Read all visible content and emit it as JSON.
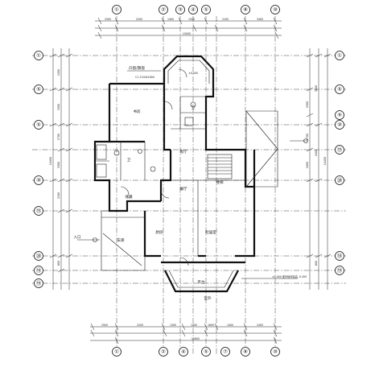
{
  "plan": {
    "axes_top": [
      "①",
      "②",
      "③",
      "④",
      "⑤",
      "⑧",
      "⑩"
    ],
    "axes_bottom": [
      "①",
      "②",
      "④",
      "⑤",
      "⑦",
      "⑧",
      "⑩"
    ],
    "axes_left": [
      "①",
      "⑤",
      "⑤",
      "⑩",
      "⑮",
      "⑳",
      "⑱",
      "⑲"
    ],
    "axes_right": [
      "①",
      "⑤",
      "⑨",
      "⑩",
      "⑮",
      "⑳",
      "⑱",
      "⑲"
    ],
    "top_total_dimension": "15000",
    "top_segments": [
      "2500",
      "2200",
      "1400",
      "1500",
      "2100",
      "3400",
      "1900"
    ],
    "bottom_total_dimension": "12600",
    "bottom_segments": [
      "2500",
      "2200",
      "1300",
      "1400",
      "1600",
      "1400",
      "2400",
      "1600"
    ],
    "left_total_dimension": "14400",
    "right_total_dimension": "14400",
    "left_segments": [
      "2400",
      "3300",
      "2700",
      "3300",
      "2100",
      "600"
    ],
    "right_segments": [
      "3600",
      "2400",
      "3300",
      "2700",
      "1800",
      "600"
    ],
    "rooms": [
      {
        "id": "study",
        "label": "书房"
      },
      {
        "id": "bath1",
        "label": "卫"
      },
      {
        "id": "bath2",
        "label": "卫"
      },
      {
        "id": "hall",
        "label": "客厅"
      },
      {
        "id": "dining",
        "label": "餐厅"
      },
      {
        "id": "stair",
        "label": "楼梯"
      },
      {
        "id": "kitchen",
        "label": "厨房"
      },
      {
        "id": "living",
        "label": "起居室"
      },
      {
        "id": "garage",
        "label": "车库"
      },
      {
        "id": "terrace",
        "label": "平台"
      },
      {
        "id": "storage",
        "label": "储藏"
      }
    ],
    "annotations": {
      "bay_window_label": "凸窗/飘窗",
      "window_code": "C1 2100X1800",
      "elevation_note": "±0.000",
      "entrance_label": "入口",
      "section_note": "±0.000 室外地坪标高 -0.450",
      "outdoor_label": "室外"
    }
  }
}
